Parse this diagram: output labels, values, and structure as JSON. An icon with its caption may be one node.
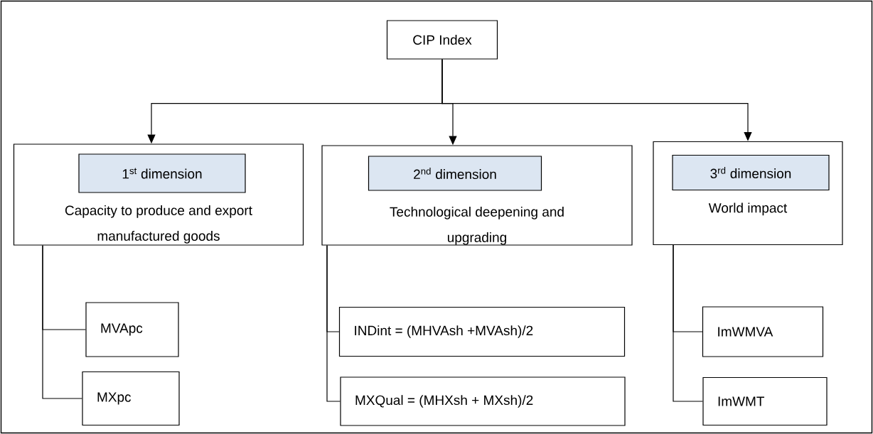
{
  "diagram": {
    "nodes": [
      {
        "text": [
          "CIP Index"
        ]
      },
      {
        "text": [
          "Capacity to produce and export manufactured goods"
        ]
      },
      {
        "text": [
          "1$^{st}$ dimension"
        ],
        "in": 1
      },
      {
        "text": [
          "Technological deepening and upgrading"
        ]
      },
      {
        "text": [
          "2$^{nd}$ dimension"
        ],
        "in": 3
      },
      {
        "text": [
          "World impact"
        ]
      },
      {
        "text": [
          "3$^{rd}$ dimension"
        ],
        "in": 5
      },
      {
        "text": [
          "MVApc"
        ]
      },
      {
        "text": [
          "MXpc"
        ]
      },
      {
        "text": [
          "INDint = (MHVAsh +MVAsh)/2"
        ]
      },
      {
        "text": [
          "MXQual = (MHXsh + MXsh)/2"
        ]
      },
      {
        "text": [
          "ImWMVA"
        ]
      },
      {
        "text": [
          "ImWMT"
        ]
      }
    ],
    "edges": [
      {
        "from": 0,
        "to": 1,
        "arrow": "to"
      },
      {
        "from": 0,
        "to": 3,
        "arrow": "to"
      },
      {
        "from": 0,
        "to": 5,
        "arrow": "to"
      },
      {
        "from": 1,
        "to": 7,
        "arrow": "none"
      },
      {
        "from": 1,
        "to": 8,
        "arrow": "none"
      },
      {
        "from": 3,
        "to": 9,
        "arrow": "none"
      },
      {
        "from": 3,
        "to": 10,
        "arrow": "none"
      },
      {
        "from": 5,
        "to": 11,
        "arrow": "none"
      },
      {
        "from": 5,
        "to": 12,
        "arrow": "none"
      }
    ]
  }
}
